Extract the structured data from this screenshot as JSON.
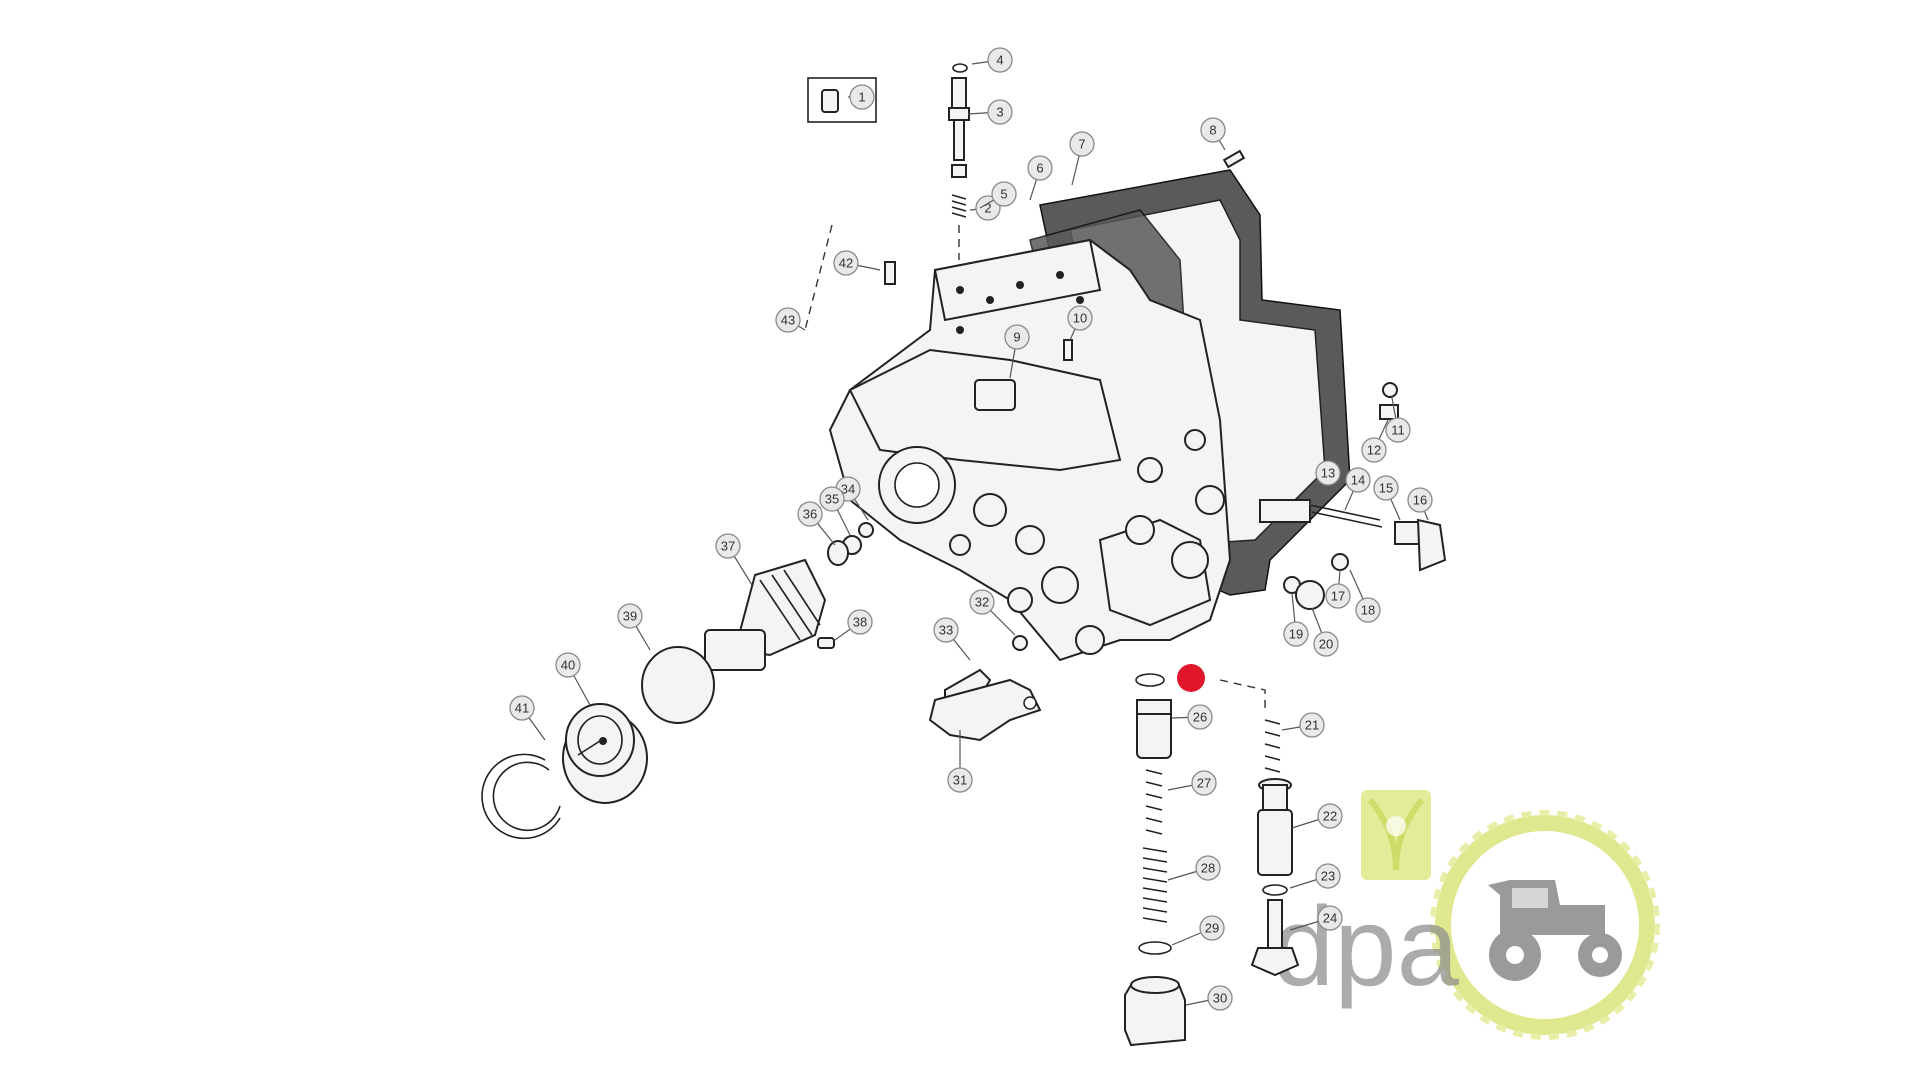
{
  "diagram": {
    "part_callouts": [
      "1",
      "2",
      "3",
      "4",
      "5",
      "6",
      "7",
      "8",
      "9",
      "10",
      "11",
      "12",
      "13",
      "14",
      "15",
      "16",
      "17",
      "18",
      "19",
      "20",
      "21",
      "22",
      "23",
      "24",
      "26",
      "27",
      "28",
      "29",
      "30",
      "31",
      "32",
      "33",
      "34",
      "35",
      "36",
      "37",
      "38",
      "39",
      "40",
      "41",
      "42",
      "43"
    ],
    "colors": {
      "line": "#222222",
      "gasket": "#5a5a5a",
      "marker": "#e0162b",
      "logo_green": "#dfe88f",
      "logo_gray": "#9a9a9a"
    },
    "icons": [
      "red-dot-marker",
      "dpa-logo",
      "tractor-icon",
      "wheat-icon"
    ]
  },
  "logo": {
    "text": "dpa"
  }
}
